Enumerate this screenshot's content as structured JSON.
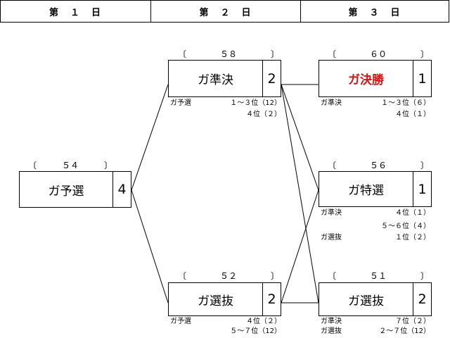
{
  "header": {
    "day1": "第　１　日",
    "day2": "第　２　日",
    "day3": "第　３　日"
  },
  "colors": {
    "final_title": "#dd1111",
    "line": "#000000"
  },
  "matches": {
    "yosen": {
      "number": "〔　　　５４　　　〕",
      "name": "ガ予選",
      "count": "4"
    },
    "junkesshou": {
      "number": "〔　　　　５８　　　　〕",
      "name": "ガ準決",
      "count": "2",
      "src": [
        {
          "from": "ガ予選",
          "rank": "１～３位（12）"
        },
        {
          "from": "",
          "rank": "４位（２）"
        }
      ]
    },
    "senbatsu52": {
      "number": "〔　　　　５２　　　　〕",
      "name": "ガ選抜",
      "count": "2",
      "src": [
        {
          "from": "ガ予選",
          "rank": "４位（２）"
        },
        {
          "from": "",
          "rank": "５～７位（12）"
        }
      ]
    },
    "kesshou": {
      "number": "〔　　　　６０　　　　〕",
      "name": "ガ決勝",
      "count": "1",
      "src": [
        {
          "from": "ガ準決",
          "rank": "１～３位（６）"
        },
        {
          "from": "",
          "rank": "４位（１）"
        }
      ]
    },
    "tokusen": {
      "number": "〔　　　　５６　　　　〕",
      "name": "ガ特選",
      "count": "1",
      "src": [
        {
          "from": "ガ準決",
          "rank": "４位（１）"
        },
        {
          "from": "",
          "rank": "５～６位（４）"
        },
        {
          "from": "ガ選抜",
          "rank": "１位（２）"
        }
      ]
    },
    "senbatsu51": {
      "number": "〔　　　　５１　　　　〕",
      "name": "ガ選抜",
      "count": "2",
      "src": [
        {
          "from": "ガ準決",
          "rank": "７位（２）"
        },
        {
          "from": "ガ選抜",
          "rank": "２～７位（12）"
        }
      ]
    }
  }
}
